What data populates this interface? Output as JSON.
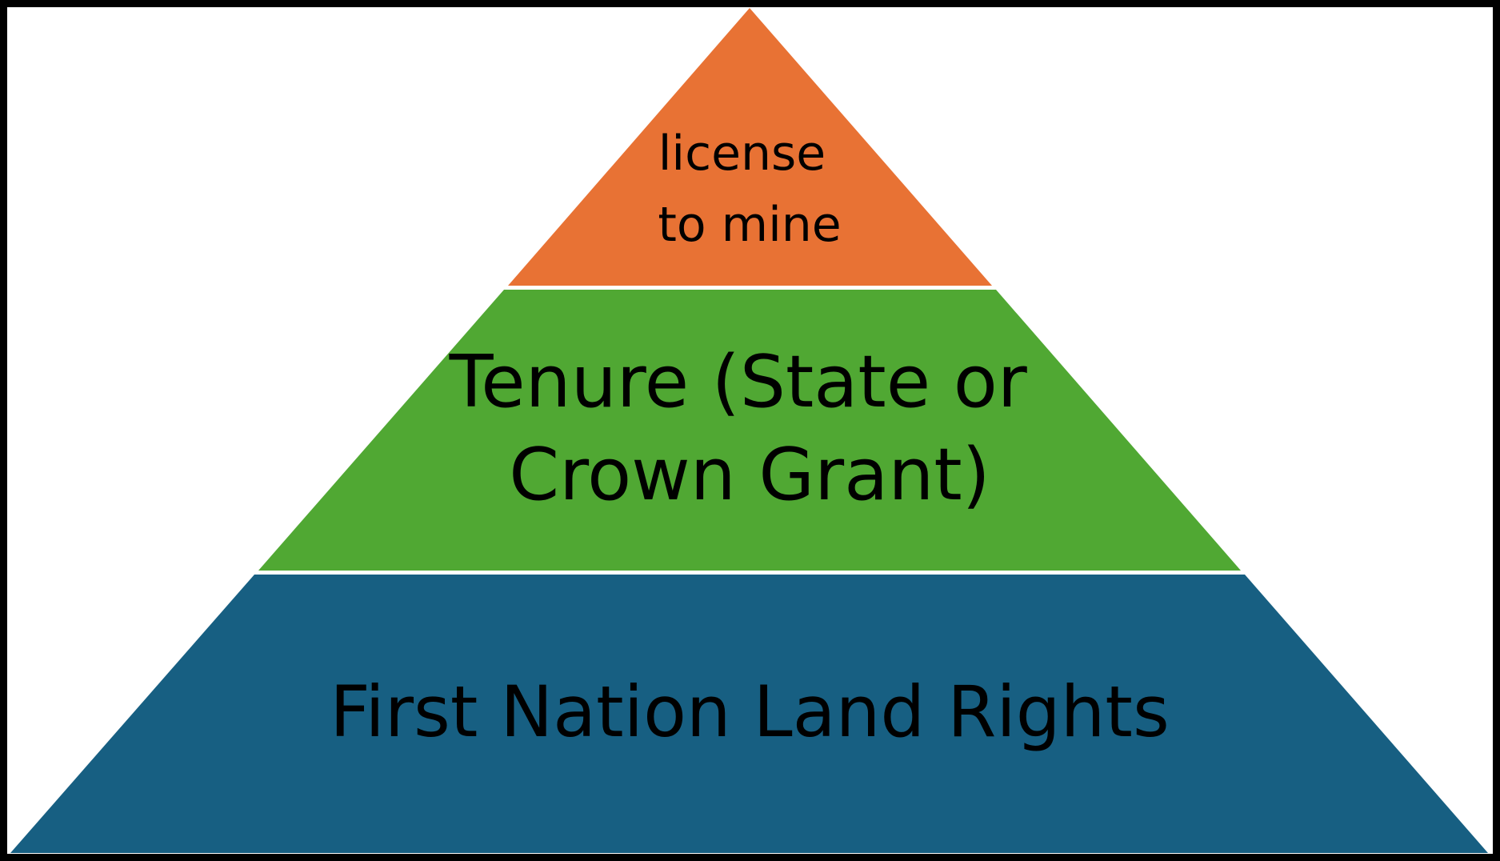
{
  "diagram": {
    "type": "pyramid",
    "tiers": [
      {
        "position": "top",
        "lines": [
          "license",
          "to mine"
        ],
        "color": "#E87234"
      },
      {
        "position": "middle",
        "lines": [
          "Tenure (State or",
          "Crown Grant)"
        ],
        "color": "#50A833"
      },
      {
        "position": "bottom",
        "lines": [
          "First Nation Land Rights"
        ],
        "color": "#175F82"
      }
    ],
    "border_color": "#000000",
    "separator_color": "#ffffff"
  }
}
